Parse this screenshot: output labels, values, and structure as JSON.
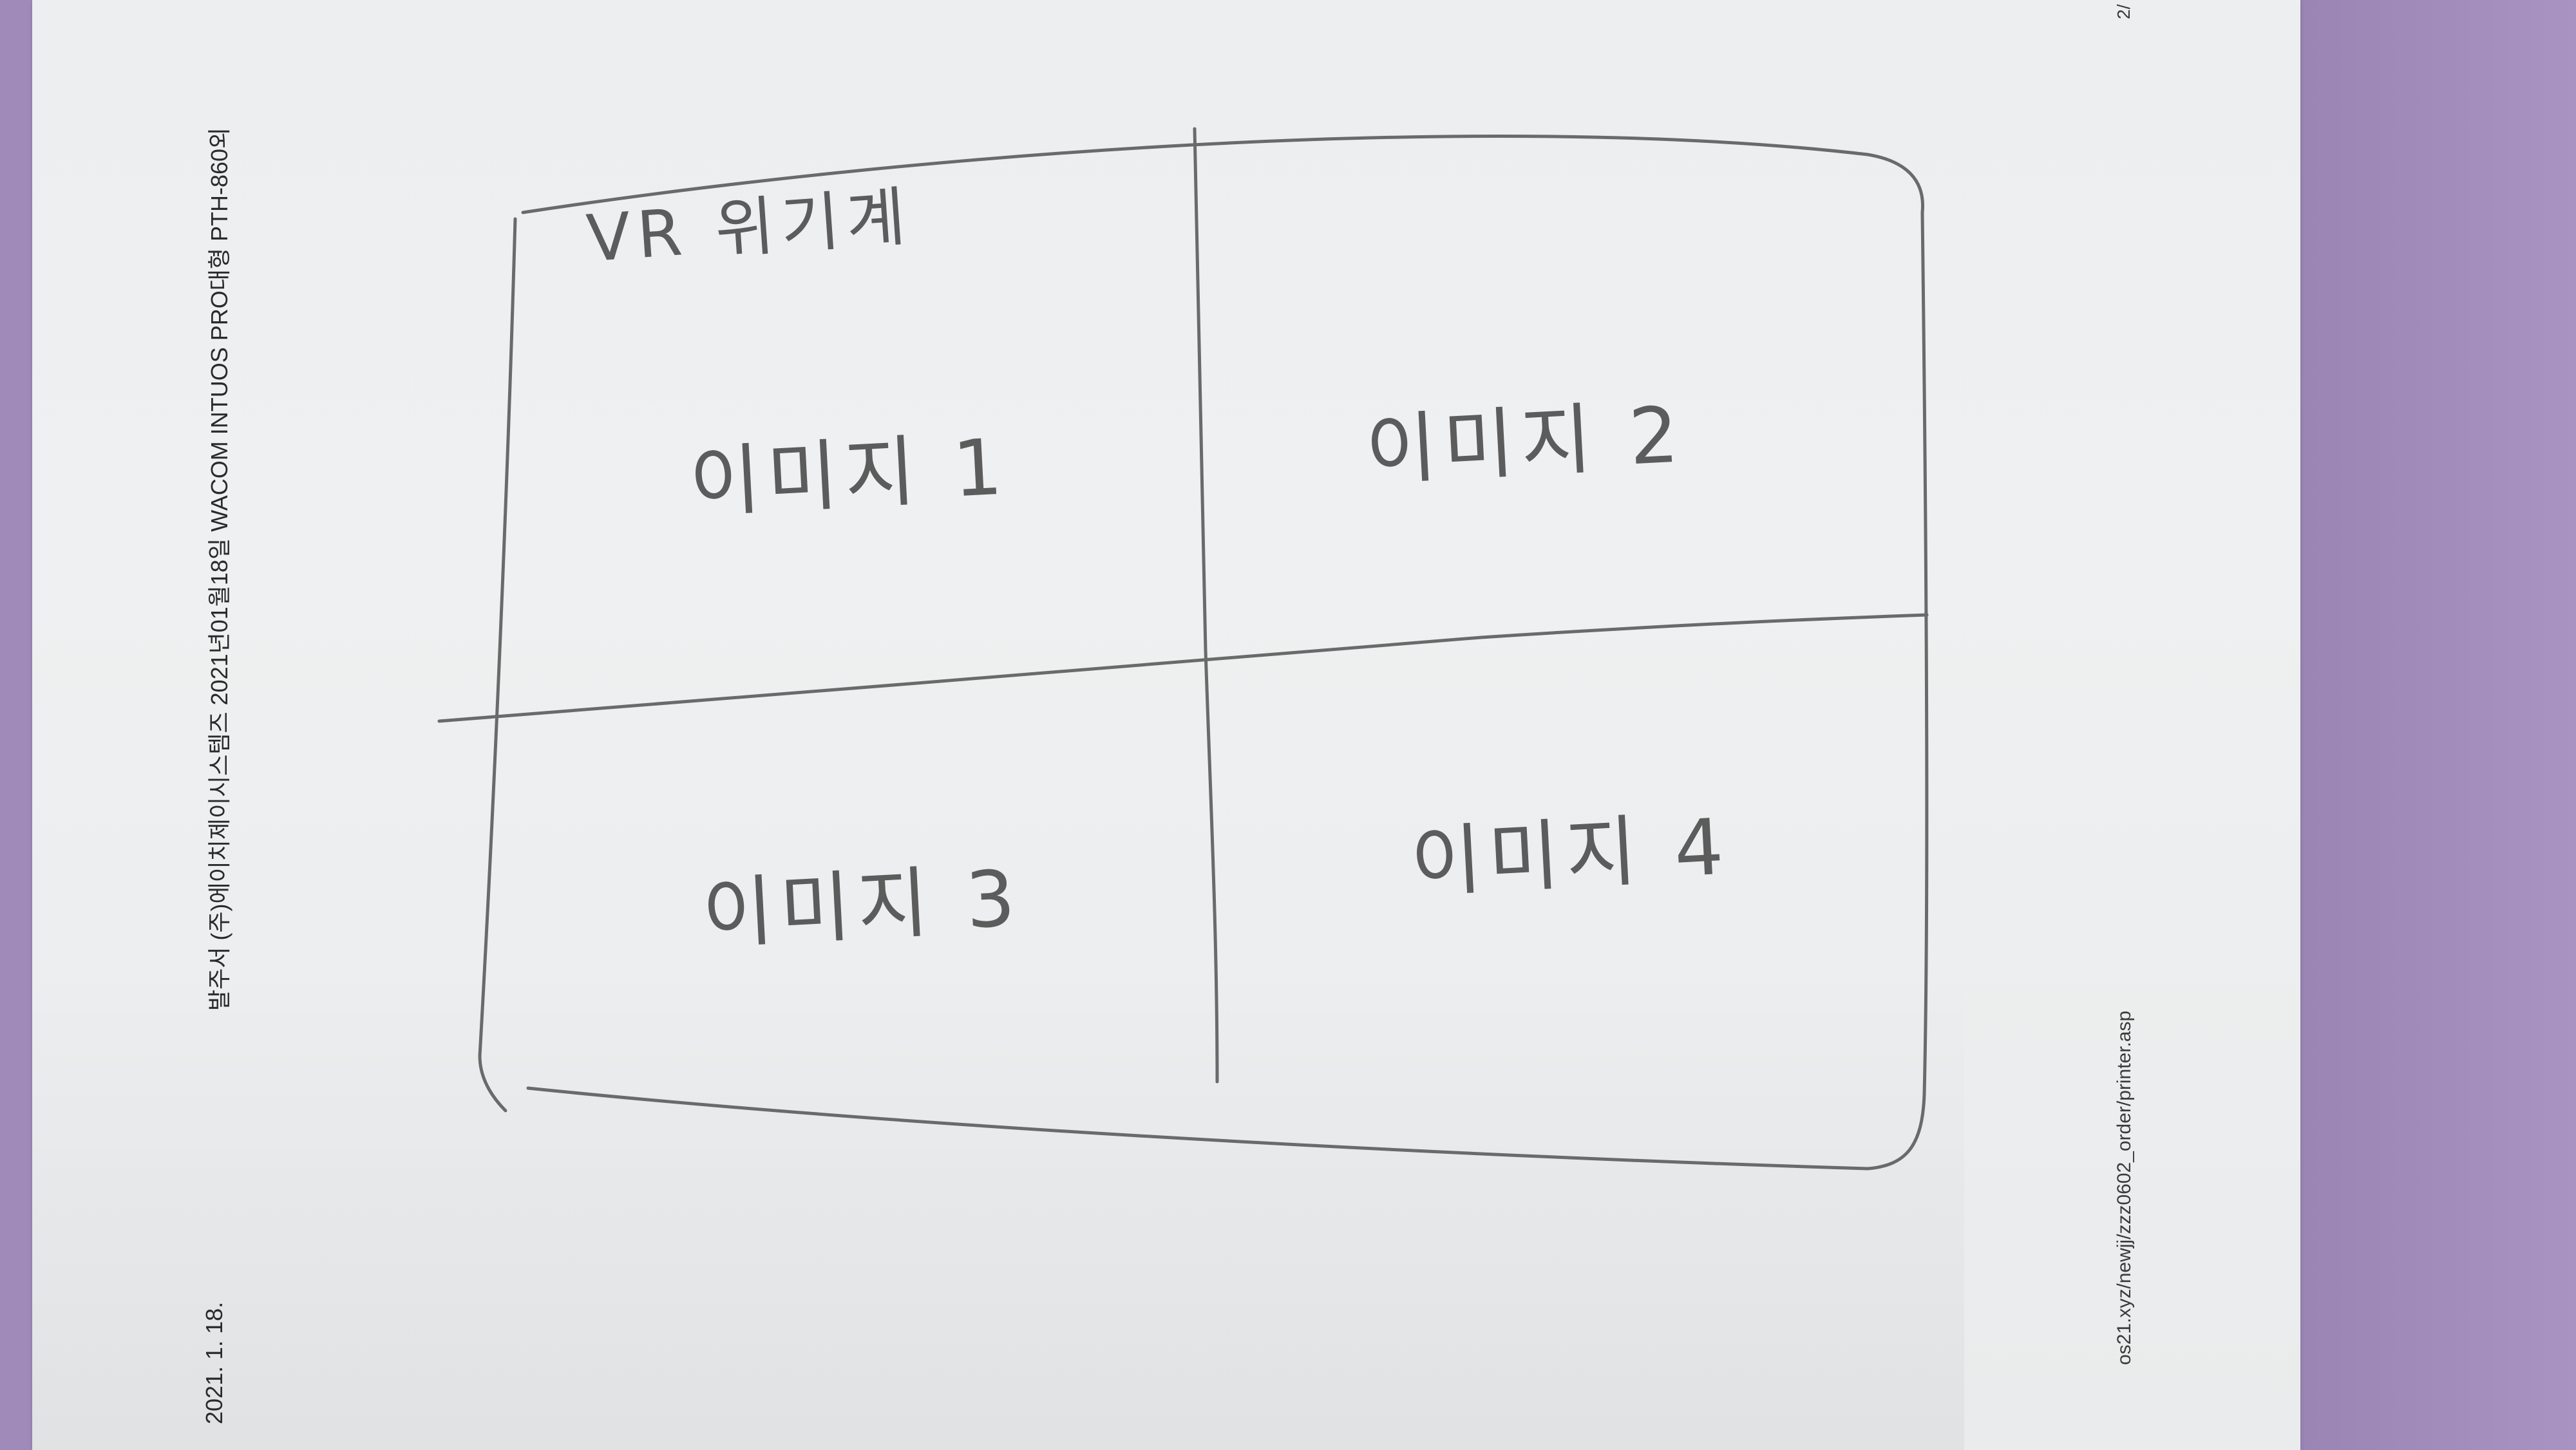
{
  "printed": {
    "date": "2021. 1. 18.",
    "header": "발주서 (주)에이치제이시스템즈 2021년01월18일 WACOM INTUOS PRO대형 PTH-860외",
    "url": "os21.xyz/newjj/zzz0602_order/printer.asp",
    "page": "2/"
  },
  "sketch": {
    "title": "VR 위기계",
    "cells": [
      "이미지 1",
      "이미지 2",
      "이미지 3",
      "이미지 4"
    ]
  },
  "colors": {
    "background": "#a08ab9",
    "paper": "#eceef0",
    "pencil": "#5c5c5c",
    "ink": "#2a2a2a"
  }
}
